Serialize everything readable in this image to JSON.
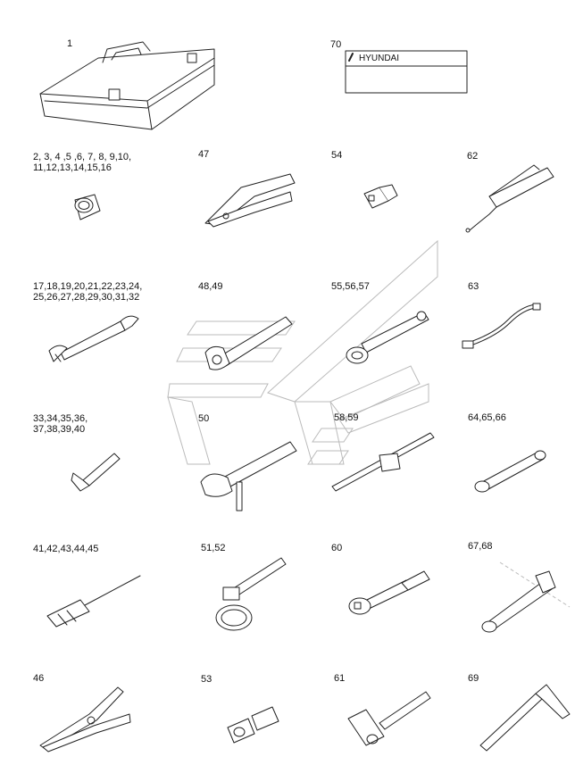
{
  "labels": {
    "toolbox": "1",
    "nameplate": "70",
    "socket": [
      "2, 3, 4 ,5 ,6, 7, 8, 9,10,",
      "11,12,13,14,15,16"
    ],
    "pliers_flat": "47",
    "adapter": "54",
    "grease_gun": "62",
    "wrench": [
      "17,18,19,20,21,22,23,24,",
      "25,26,27,28,29,30,31,32"
    ],
    "adjustable": "48,49",
    "torque": "55,56,57",
    "hose": "63",
    "hex_key": [
      "33,34,35,36,",
      "37,38,39,40"
    ],
    "pipe_wrench": "50",
    "t_bar": "58,59",
    "box_spanner": "64,65,66",
    "screwdriver": "41,42,43,44,45",
    "strap_wrench": "51,52",
    "ratchet": "60",
    "tee_spanner": "67,68",
    "long_nose": "46",
    "ujoint": "53",
    "hammer": "61",
    "l_spanner": "69"
  },
  "nameplate": {
    "brand": "HYUNDAI"
  }
}
